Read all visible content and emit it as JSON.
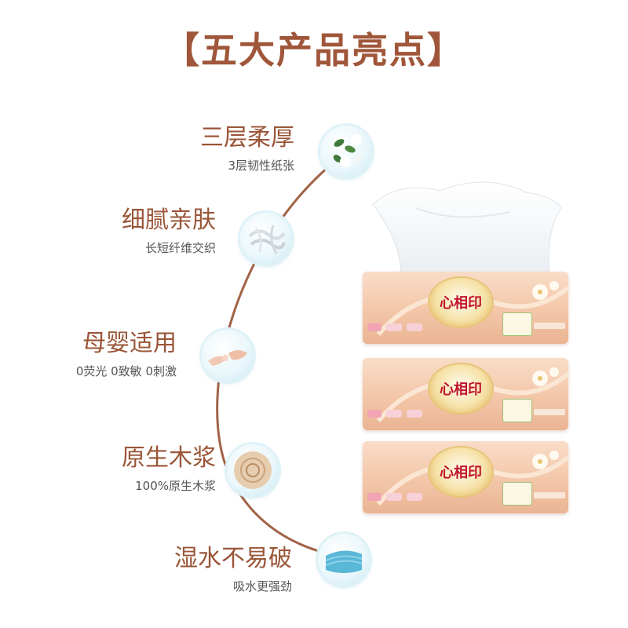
{
  "title": "【五大产品亮点】",
  "features": [
    {
      "title": "三层柔厚",
      "subtitle": "3层韧性纸张",
      "icon": "cotton-leaves-icon"
    },
    {
      "title": "细腻亲肤",
      "subtitle": "长短纤维交织",
      "icon": "fiber-texture-icon"
    },
    {
      "title": "母婴适用",
      "subtitle": "0荧光 0致敏 0刺激",
      "icon": "mother-baby-hands-icon"
    },
    {
      "title": "原生木浆",
      "subtitle": "100%原生木浆",
      "icon": "wood-pulp-icon"
    },
    {
      "title": "湿水不易破",
      "subtitle": "吸水更强劲",
      "icon": "wet-tissue-icon"
    }
  ],
  "product": {
    "brand": "心相印",
    "pack_count": 3,
    "colors": {
      "pack": "#f3c6a8",
      "accent": "#a0563a",
      "bubble": "#c9e9f2"
    }
  }
}
